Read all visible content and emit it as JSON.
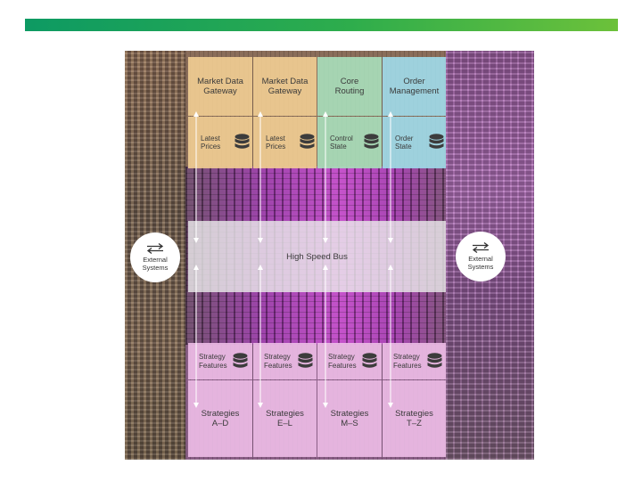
{
  "diagram": {
    "top_row": [
      {
        "label": "Market Data Gateway",
        "lines": [
          "Market Data",
          "Gateway"
        ],
        "color": "#f8d496"
      },
      {
        "label": "Market Data Gateway",
        "lines": [
          "Market Data",
          "Gateway"
        ],
        "color": "#f8d496"
      },
      {
        "label": "Core Routing",
        "lines": [
          "Core",
          "Routing"
        ],
        "color": "#aae2be"
      },
      {
        "label": "Order Management",
        "lines": [
          "Order",
          "Management"
        ],
        "color": "#a0dceb"
      }
    ],
    "store_row": [
      {
        "lines": [
          "Latest",
          "Prices"
        ],
        "icon": "database-icon"
      },
      {
        "lines": [
          "Latest",
          "Prices"
        ],
        "icon": "database-icon"
      },
      {
        "lines": [
          "Control",
          "State"
        ],
        "icon": "database-icon"
      },
      {
        "lines": [
          "Order",
          "State"
        ],
        "icon": "database-icon"
      }
    ],
    "bus": {
      "label": "High Speed Bus"
    },
    "external": {
      "left": {
        "lines": [
          "External",
          "Systems"
        ],
        "icon": "exchange-arrows-icon"
      },
      "right": {
        "lines": [
          "External",
          "Systems"
        ],
        "icon": "exchange-arrows-icon"
      }
    },
    "feature_row": [
      {
        "lines": [
          "Strategy",
          "Features"
        ],
        "icon": "database-icon"
      },
      {
        "lines": [
          "Strategy",
          "Features"
        ],
        "icon": "database-icon"
      },
      {
        "lines": [
          "Strategy",
          "Features"
        ],
        "icon": "database-icon"
      },
      {
        "lines": [
          "Strategy",
          "Features"
        ],
        "icon": "database-icon"
      }
    ],
    "strategy_row": [
      {
        "lines": [
          "Strategies",
          "A–D"
        ]
      },
      {
        "lines": [
          "Strategies",
          "E–L"
        ]
      },
      {
        "lines": [
          "Strategies",
          "M–S"
        ]
      },
      {
        "lines": [
          "Strategies",
          "T–Z"
        ]
      }
    ]
  }
}
